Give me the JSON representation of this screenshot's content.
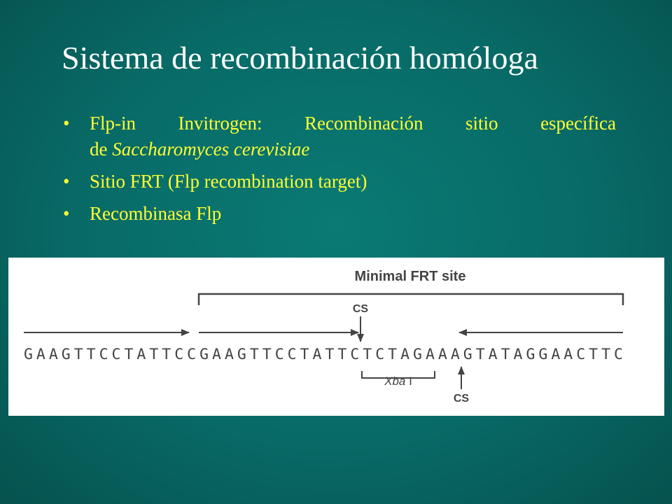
{
  "slide": {
    "title": "Sistema de recombinación homóloga"
  },
  "bullets": {
    "b1_line1": "Flp-in Invitrogen: Recombinación sitio específica",
    "b1_line2_prefix": "de ",
    "b1_line2_species": "Saccharomyces cerevisiae",
    "b2": "Sitio FRT (Flp recombination target)",
    "b3": "Recombinasa Flp",
    "bullet_char": "•"
  },
  "figure": {
    "bracket_label": "Minimal FRT site",
    "cs_top": "CS",
    "cs_bottom": "CS",
    "sequence": "GAAGTTCCTATTCCGAAGTTCCTATTCTCTAGAAAGTATAGGAACTTC",
    "xba_italic": "Xba",
    "xba_roman": " I"
  },
  "colors": {
    "background": "#086a66",
    "title": "#ffffff",
    "bullet_text": "#ffff33",
    "figure_bg": "#ffffff",
    "figure_ink": "#444444"
  }
}
